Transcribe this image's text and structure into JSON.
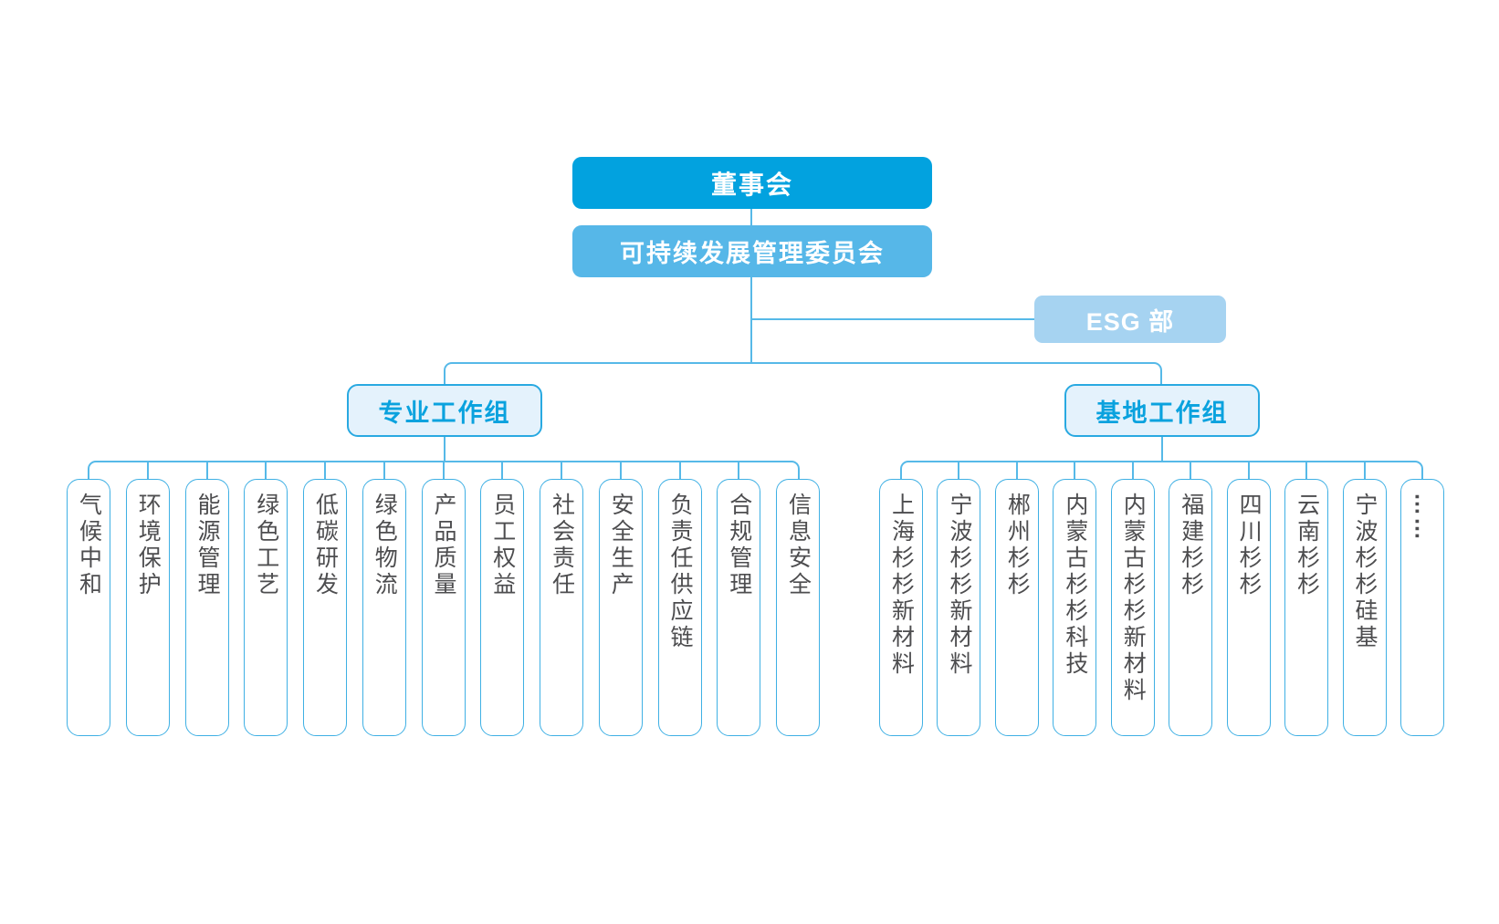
{
  "palette": {
    "board_fill": "#02A2DF",
    "committee_fill": "#56B7E8",
    "esg_fill": "#A6D3F1",
    "group_fill": "#E4F2FC",
    "group_border": "#29A9E1",
    "group_text": "#0AA2DE",
    "leaf_border": "#3FB0E4",
    "leaf_text": "#4D4D4F",
    "line": "#56B9E8",
    "text_on_blue": "#FFFFFF"
  },
  "org_chart": {
    "root": {
      "label": "董事会"
    },
    "committee": {
      "label": "可持续发展管理委员会"
    },
    "esg_dept": {
      "label": "ESG 部"
    },
    "groups": [
      {
        "id": "professional",
        "label": "专业工作组",
        "members": [
          "气候中和",
          "环境保护",
          "能源管理",
          "绿色工艺",
          "低碳研发",
          "绿色物流",
          "产品质量",
          "员工权益",
          "社会责任",
          "安全生产",
          "负责任供应链",
          "合规管理",
          "信息安全"
        ]
      },
      {
        "id": "base",
        "label": "基地工作组",
        "members": [
          "上海杉杉新材料",
          "宁波杉杉新材料",
          "郴州杉杉",
          "内蒙古杉杉科技",
          "内蒙古杉杉新材料",
          "福建杉杉",
          "四川杉杉",
          "云南杉杉",
          "宁波杉杉硅基",
          "……"
        ]
      }
    ]
  }
}
